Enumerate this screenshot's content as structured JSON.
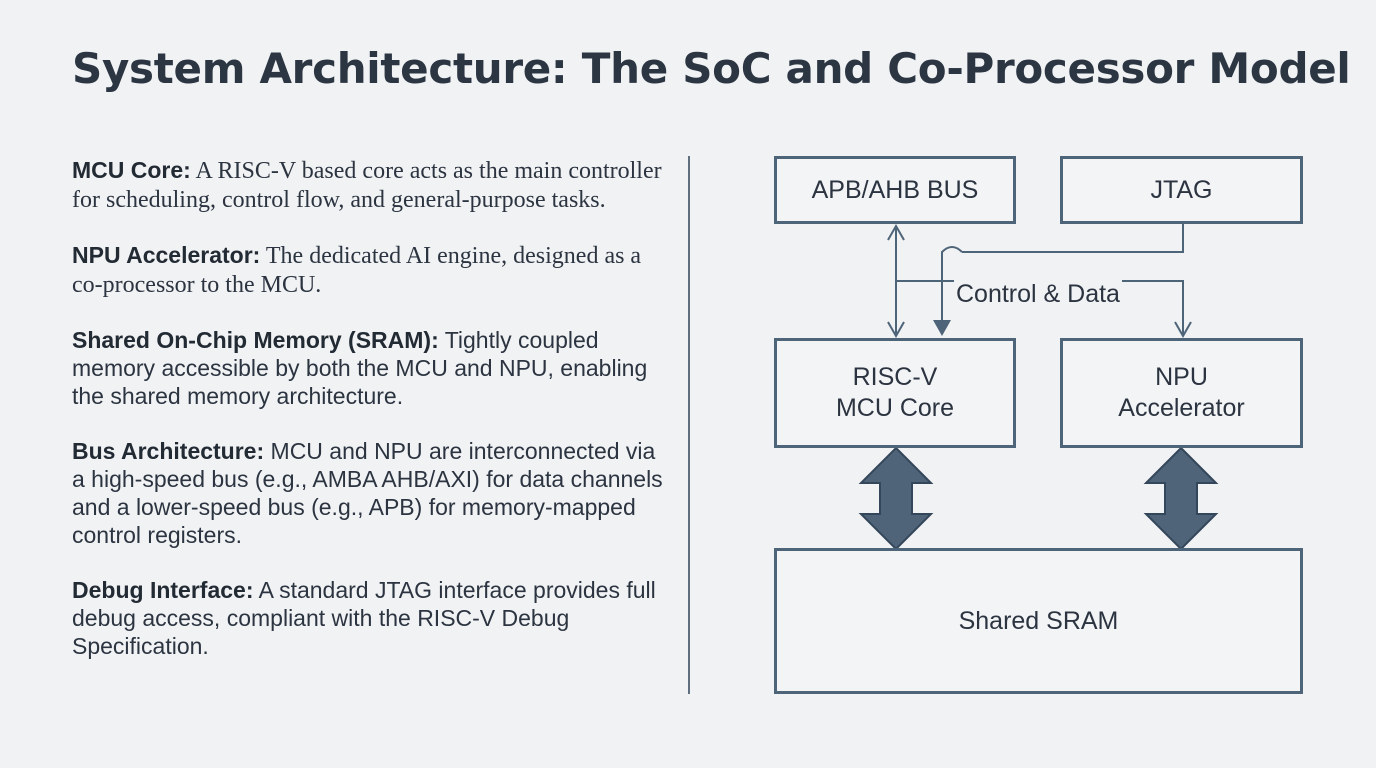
{
  "title": "System Architecture: The SoC and Co-Processor Model",
  "items": [
    {
      "label": "MCU Core:",
      "desc": " A RISC-V based core acts as the main controller for scheduling, control flow, and general-purpose tasks."
    },
    {
      "label": "NPU Accelerator:",
      "desc": " The dedicated AI engine, designed as a co-processor to the MCU."
    },
    {
      "label": "Shared On-Chip Memory (SRAM):",
      "desc": " Tightly coupled memory accessible by both the MCU and NPU, enabling the shared memory architecture."
    },
    {
      "label": "Bus Architecture:",
      "desc": " MCU and NPU are interconnected via a high-speed bus (e.g., AMBA AHB/AXI) for data channels and a lower-speed bus (e.g., APB) for memory-mapped control registers."
    },
    {
      "label": "Debug Interface:",
      "desc": " A standard JTAG interface provides full debug access, compliant with the RISC-V Debug Specification."
    }
  ],
  "diagram": {
    "apb_bus": "APB/AHB BUS",
    "jtag": "JTAG",
    "control_label": "Control & Data",
    "mcu_line1": "RISC-V",
    "mcu_line2": "MCU Core",
    "npu_line1": "NPU",
    "npu_line2": "Accelerator",
    "sram": "Shared SRAM"
  },
  "colors": {
    "background": "#f1f2f4",
    "stroke": "#4e6478",
    "arrow_fill": "#4f6479"
  }
}
